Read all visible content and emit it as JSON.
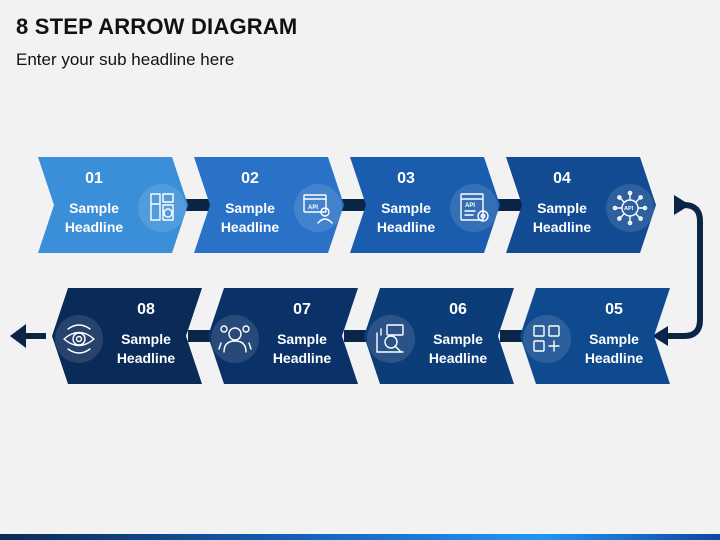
{
  "header": {
    "title": "8 STEP ARROW DIAGRAM",
    "subtitle": "Enter your sub headline here"
  },
  "steps": [
    {
      "number": "01",
      "line1": "Sample",
      "line2": "Headline",
      "icon": "appliances-icon",
      "color": "#3a8fd8"
    },
    {
      "number": "02",
      "line1": "Sample",
      "line2": "Headline",
      "icon": "api-developer-icon",
      "color": "#2a72c8"
    },
    {
      "number": "03",
      "line1": "Sample",
      "line2": "Headline",
      "icon": "api-settings-icon",
      "color": "#1a5dae"
    },
    {
      "number": "04",
      "line1": "Sample",
      "line2": "Headline",
      "icon": "api-network-icon",
      "color": "#124b92"
    },
    {
      "number": "05",
      "line1": "Sample",
      "line2": "Headline",
      "icon": "add-app-grid-icon",
      "color": "#0f4a8f"
    },
    {
      "number": "06",
      "line1": "Sample",
      "line2": "Headline",
      "icon": "data-analysis-icon",
      "color": "#0d3d79"
    },
    {
      "number": "07",
      "line1": "Sample",
      "line2": "Headline",
      "icon": "user-gear-icon",
      "color": "#0b3268"
    },
    {
      "number": "08",
      "line1": "Sample",
      "line2": "Headline",
      "icon": "vision-eye-icon",
      "color": "#0a2a57"
    }
  ],
  "colors": {
    "connector": "#0b2547",
    "icon_circle": "rgba(255,255,255,0.12)"
  }
}
